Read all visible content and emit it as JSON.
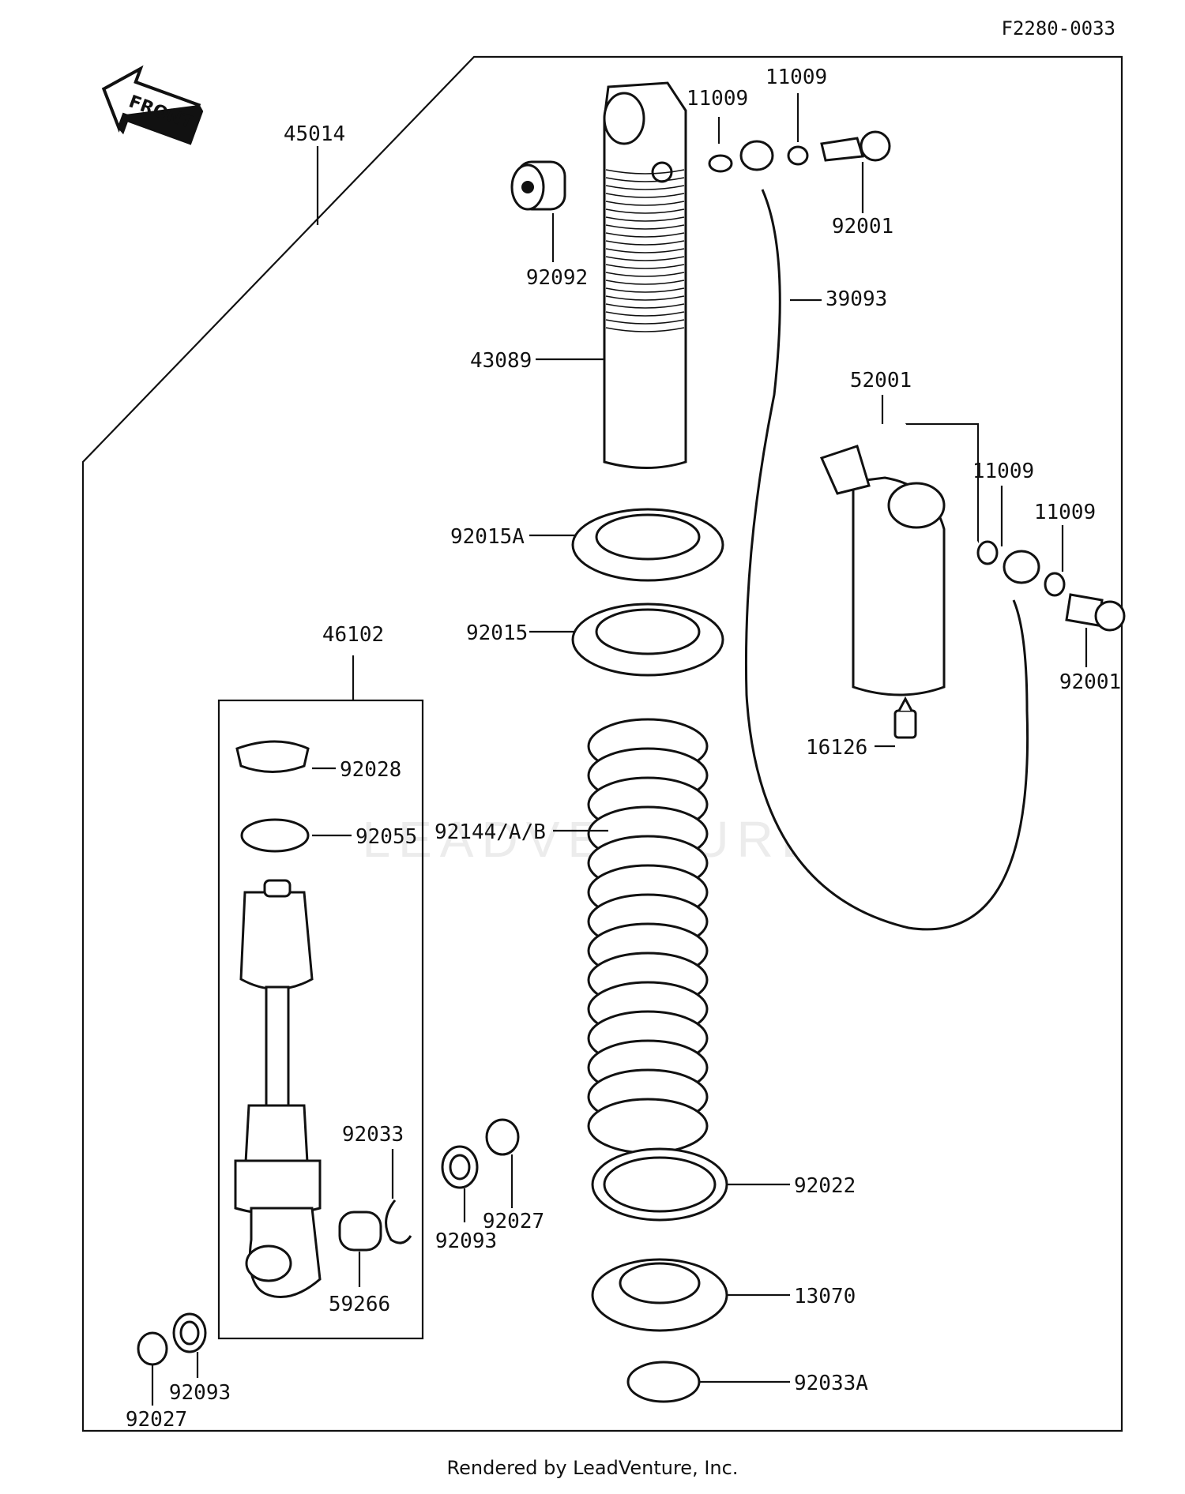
{
  "document_id": "F2280-0033",
  "front_arrow_label": "FRONT",
  "footer_text": "Rendered by LeadVenture, Inc.",
  "watermark_text": "LEADVENTURE",
  "part_labels": [
    "45014",
    "11009",
    "11009",
    "92001",
    "92092",
    "39093",
    "43089",
    "52001",
    "11009",
    "11009",
    "92001",
    "16126",
    "92015A",
    "92015",
    "46102",
    "92028",
    "92055",
    "92144/A/B",
    "92033",
    "92027",
    "92093",
    "59266",
    "92022",
    "13070",
    "92033A",
    "92093",
    "92027"
  ]
}
